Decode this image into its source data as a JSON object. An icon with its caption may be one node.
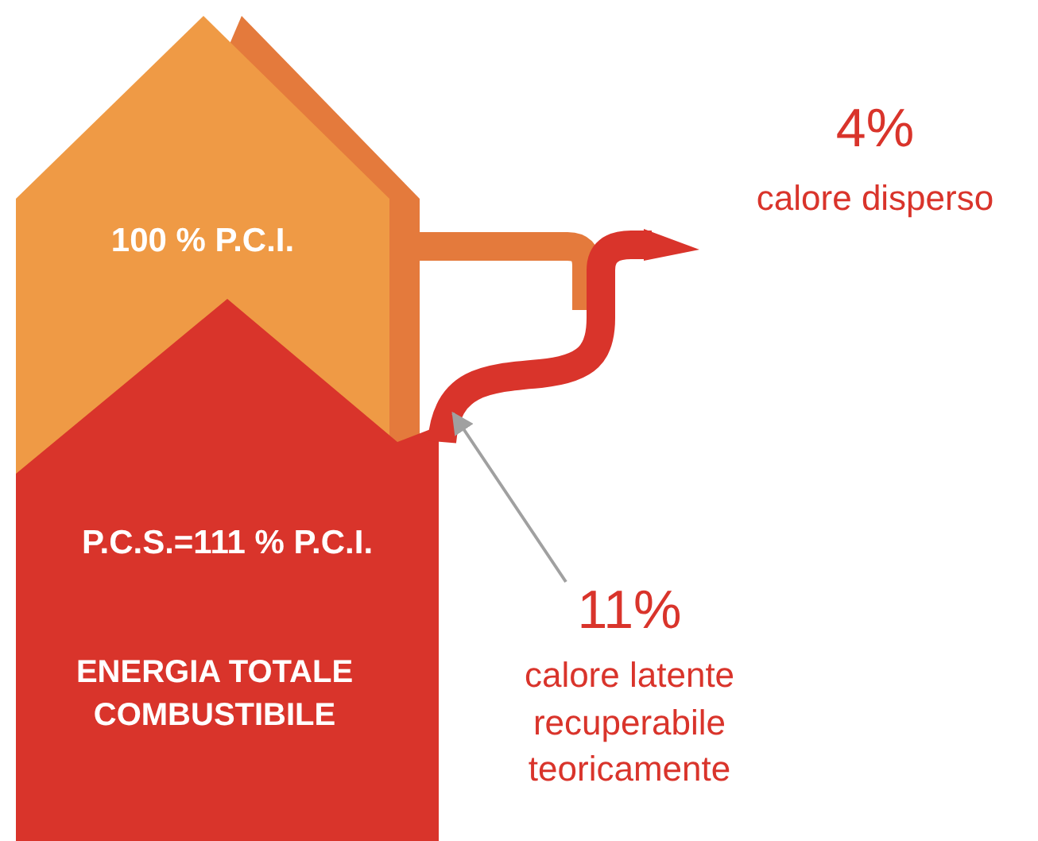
{
  "diagram": {
    "nodes": [
      {
        "text": [
          "100 % P.C.I."
        ]
      },
      {
        "text": [
          "P.C.S.=111 % P.C.I.",
          "ENERGIA TOTALE COMBUSTIBILE"
        ]
      },
      {
        "text": [],
        "shape": "arrow",
        "beside": [
          "4%",
          "calore disperso"
        ]
      },
      {
        "text": [
          "11%",
          "calore latente recuperabile teoricamente"
        ]
      }
    ],
    "edges": [
      {
        "from": 3,
        "to": 2,
        "arrow": "to",
        "color": "#a0a0a0"
      }
    ]
  }
}
